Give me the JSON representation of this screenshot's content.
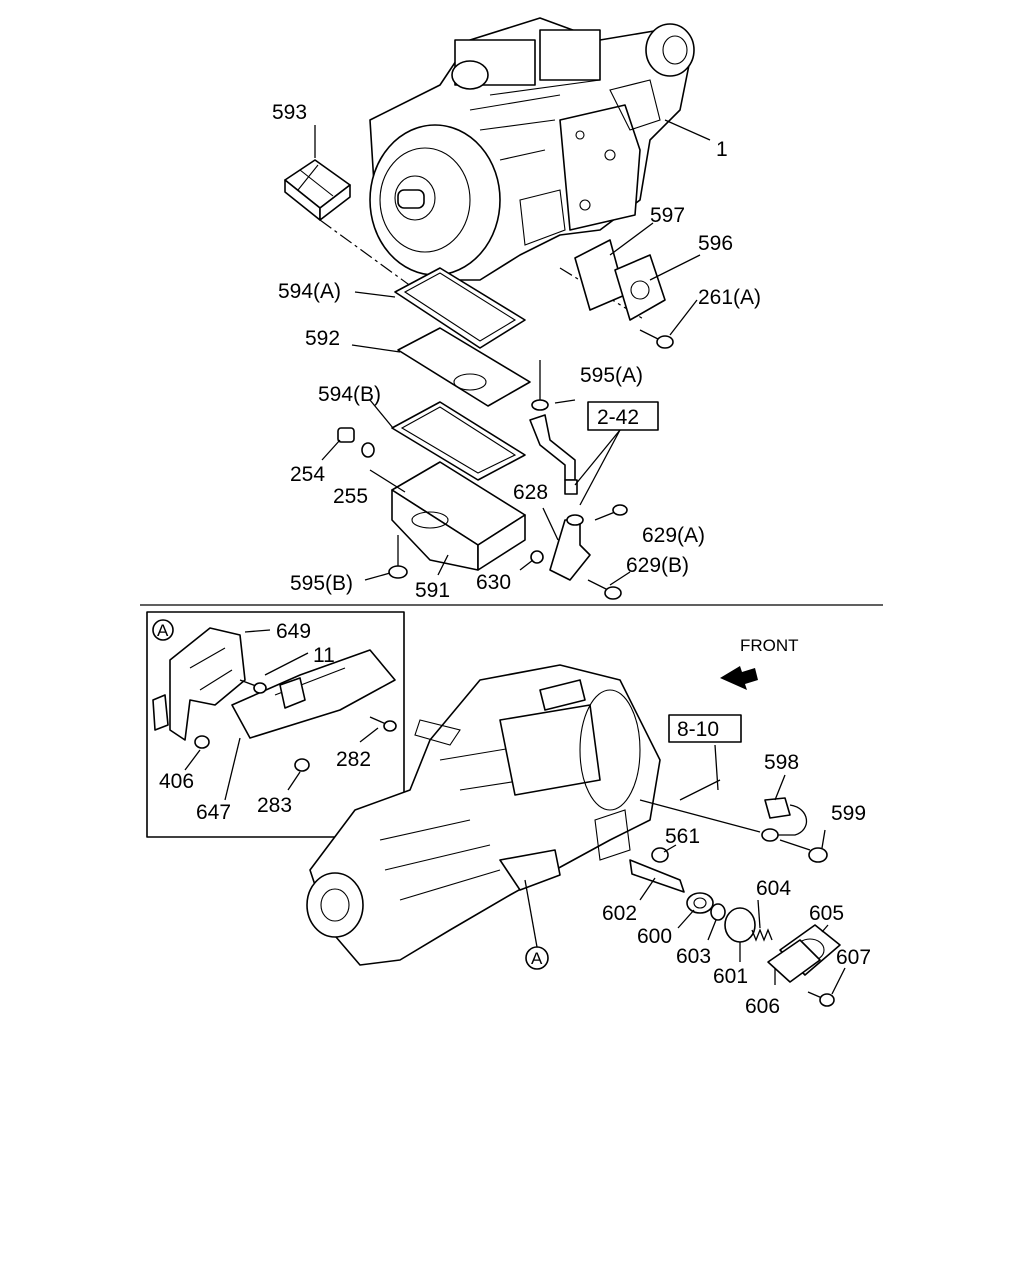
{
  "labels": {
    "l1": "1",
    "l593": "593",
    "l597": "597",
    "l596": "596",
    "l594a": "594(A)",
    "l261a": "261(A)",
    "l592": "592",
    "l595a": "595(A)",
    "l594b": "594(B)",
    "ref242": "2-42",
    "l254": "254",
    "l255": "255",
    "l628": "628",
    "l629a": "629(A)",
    "l629b": "629(B)",
    "l595b": "595(B)",
    "l591": "591",
    "l630": "630",
    "circA1": "A",
    "l649": "649",
    "l11": "11",
    "l282": "282",
    "l406": "406",
    "l283": "283",
    "l647": "647",
    "front": "FRONT",
    "ref810": "8-10",
    "l598": "598",
    "l599": "599",
    "l561": "561",
    "l602": "602",
    "l604": "604",
    "l605": "605",
    "l600": "600",
    "l603": "603",
    "l601": "601",
    "l607": "607",
    "l606": "606",
    "circA2": "A"
  },
  "icons": {
    "front_arrow": "arrow-front-icon"
  }
}
